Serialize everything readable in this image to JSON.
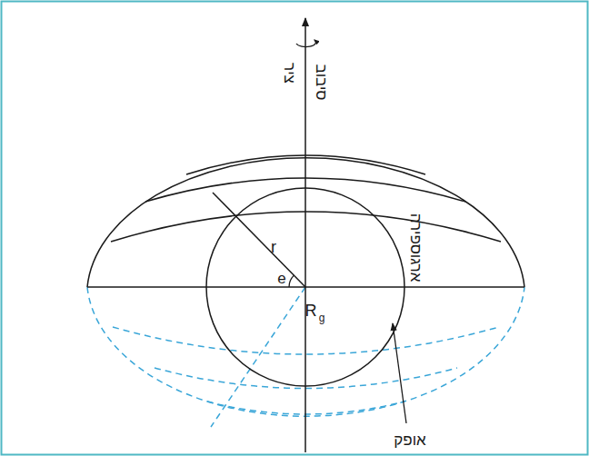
{
  "diagram": {
    "labels": [
      "ציר",
      "סיבוב",
      "ארגוספירה",
      "אופק",
      "r",
      "e",
      "R",
      "g"
    ]
  }
}
